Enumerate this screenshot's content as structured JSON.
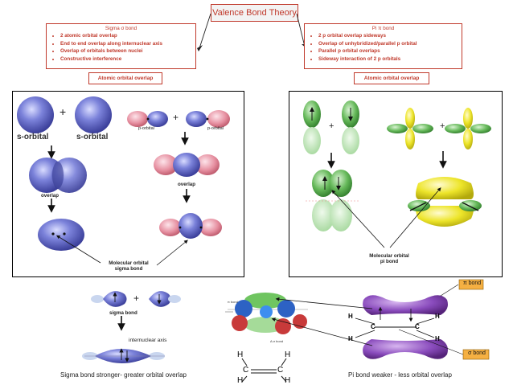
{
  "title": "Valence Bond Theory",
  "sigma": {
    "heading": "Sigma σ bond",
    "bullets": [
      "2 atomic orbital overlap",
      "End to end overlap along internuclear axis",
      "Overlap of orbitals between nuclei",
      "Constructive interference"
    ],
    "tag": "Atomic orbital overlap"
  },
  "pi": {
    "heading": "Pi π bond",
    "bullets": [
      "2 p orbital overlap sideways",
      "Overlap of unhybridized/parallel p orbital",
      "Parallel p orbital overlaps",
      "Sideway interaction of 2 p orbitals"
    ],
    "tag": "Atomic orbital overlap"
  },
  "left_panel": {
    "s_orbital_1": "s-orbital",
    "s_orbital_2": "s-orbital",
    "plus": "+",
    "p_orbital_1": "p-orbital",
    "p_orbital_2": "p-orbital",
    "overlap_1": "overlap",
    "overlap_2": "overlap",
    "mo_line1": "Molecular orbital",
    "mo_line2": "sigma bond"
  },
  "right_panel": {
    "plus": "+",
    "mo_line1": "Molecular orbital",
    "mo_line2": "pi bond"
  },
  "bottom": {
    "sigma_bond": "sigma bond",
    "internuclear_axis": "internuclear axis",
    "sigma_caption": "Sigma bond stronger- greater orbital overlap",
    "pi_caption": "Pi bond weaker - less orbital overlap",
    "pi_bond_label": "π bond",
    "sigma_bond_label": "σ bond",
    "small_pi": "π bond",
    "small_sigma": "A σ bond",
    "atoms": {
      "C": "C",
      "H": "H"
    }
  },
  "colors": {
    "accent_red": "#c0392b",
    "s_blue": "#5b63c9",
    "p_pink": "#e58a9b",
    "p_green": "#58b04d",
    "p_yellow": "#e6e020",
    "purple": "#7b3fa8",
    "orange": "#f5b042"
  }
}
